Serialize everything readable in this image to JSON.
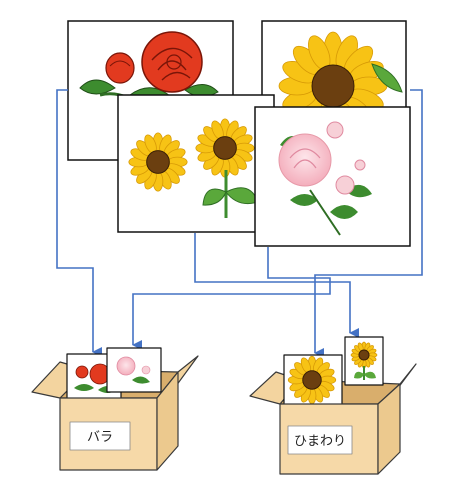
{
  "boxes": [
    {
      "id": "rose-box",
      "label": "バラ"
    },
    {
      "id": "sunflower-box",
      "label": "ひまわり"
    }
  ],
  "cards": [
    {
      "id": "card-red-rose",
      "depicts": "red-rose-icon",
      "sorted_into": "バラ"
    },
    {
      "id": "card-big-sunflower",
      "depicts": "sunflower-icon",
      "sorted_into": "ひまわり"
    },
    {
      "id": "card-two-sunflowers",
      "depicts": "two-sunflowers-icon",
      "sorted_into": "ひまわり"
    },
    {
      "id": "card-pink-rose",
      "depicts": "pink-rose-icon",
      "sorted_into": "バラ"
    }
  ],
  "colors": {
    "arrow": "#4472c4",
    "box_front": "#f6d9a8",
    "box_side": "#ecc98e",
    "box_flap": "#f3d49f",
    "box_inside": "#d9ae6c",
    "box_stroke": "#3a3a3a",
    "rose_red": "#e23a1f",
    "rose_pink": "#f6c2cb",
    "petal_yellow": "#f7c315",
    "center_brown": "#6b3f10",
    "leaf_green": "#3d8c2f"
  }
}
